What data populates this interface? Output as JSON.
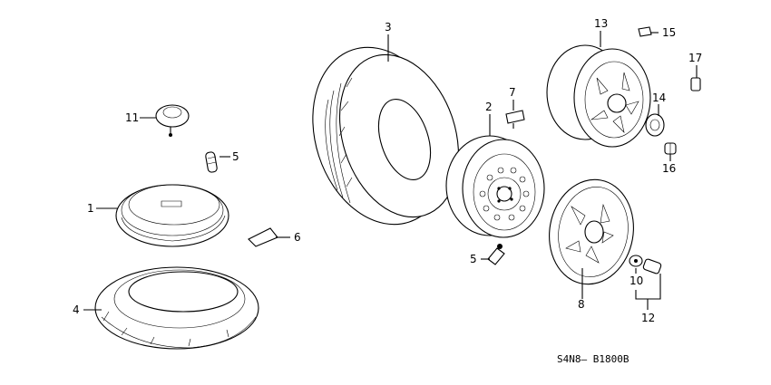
{
  "callouts": {
    "c1": "1",
    "c2": "2",
    "c3": "3",
    "c4": "4",
    "c5a": "5",
    "c5b": "5",
    "c6": "6",
    "c7": "7",
    "c8": "8",
    "c10": "10",
    "c11": "11",
    "c12": "12",
    "c13": "13",
    "c14": "14",
    "c15": "15",
    "c16": "16",
    "c17": "17"
  },
  "diagram_code": "S4N8— B1800B"
}
